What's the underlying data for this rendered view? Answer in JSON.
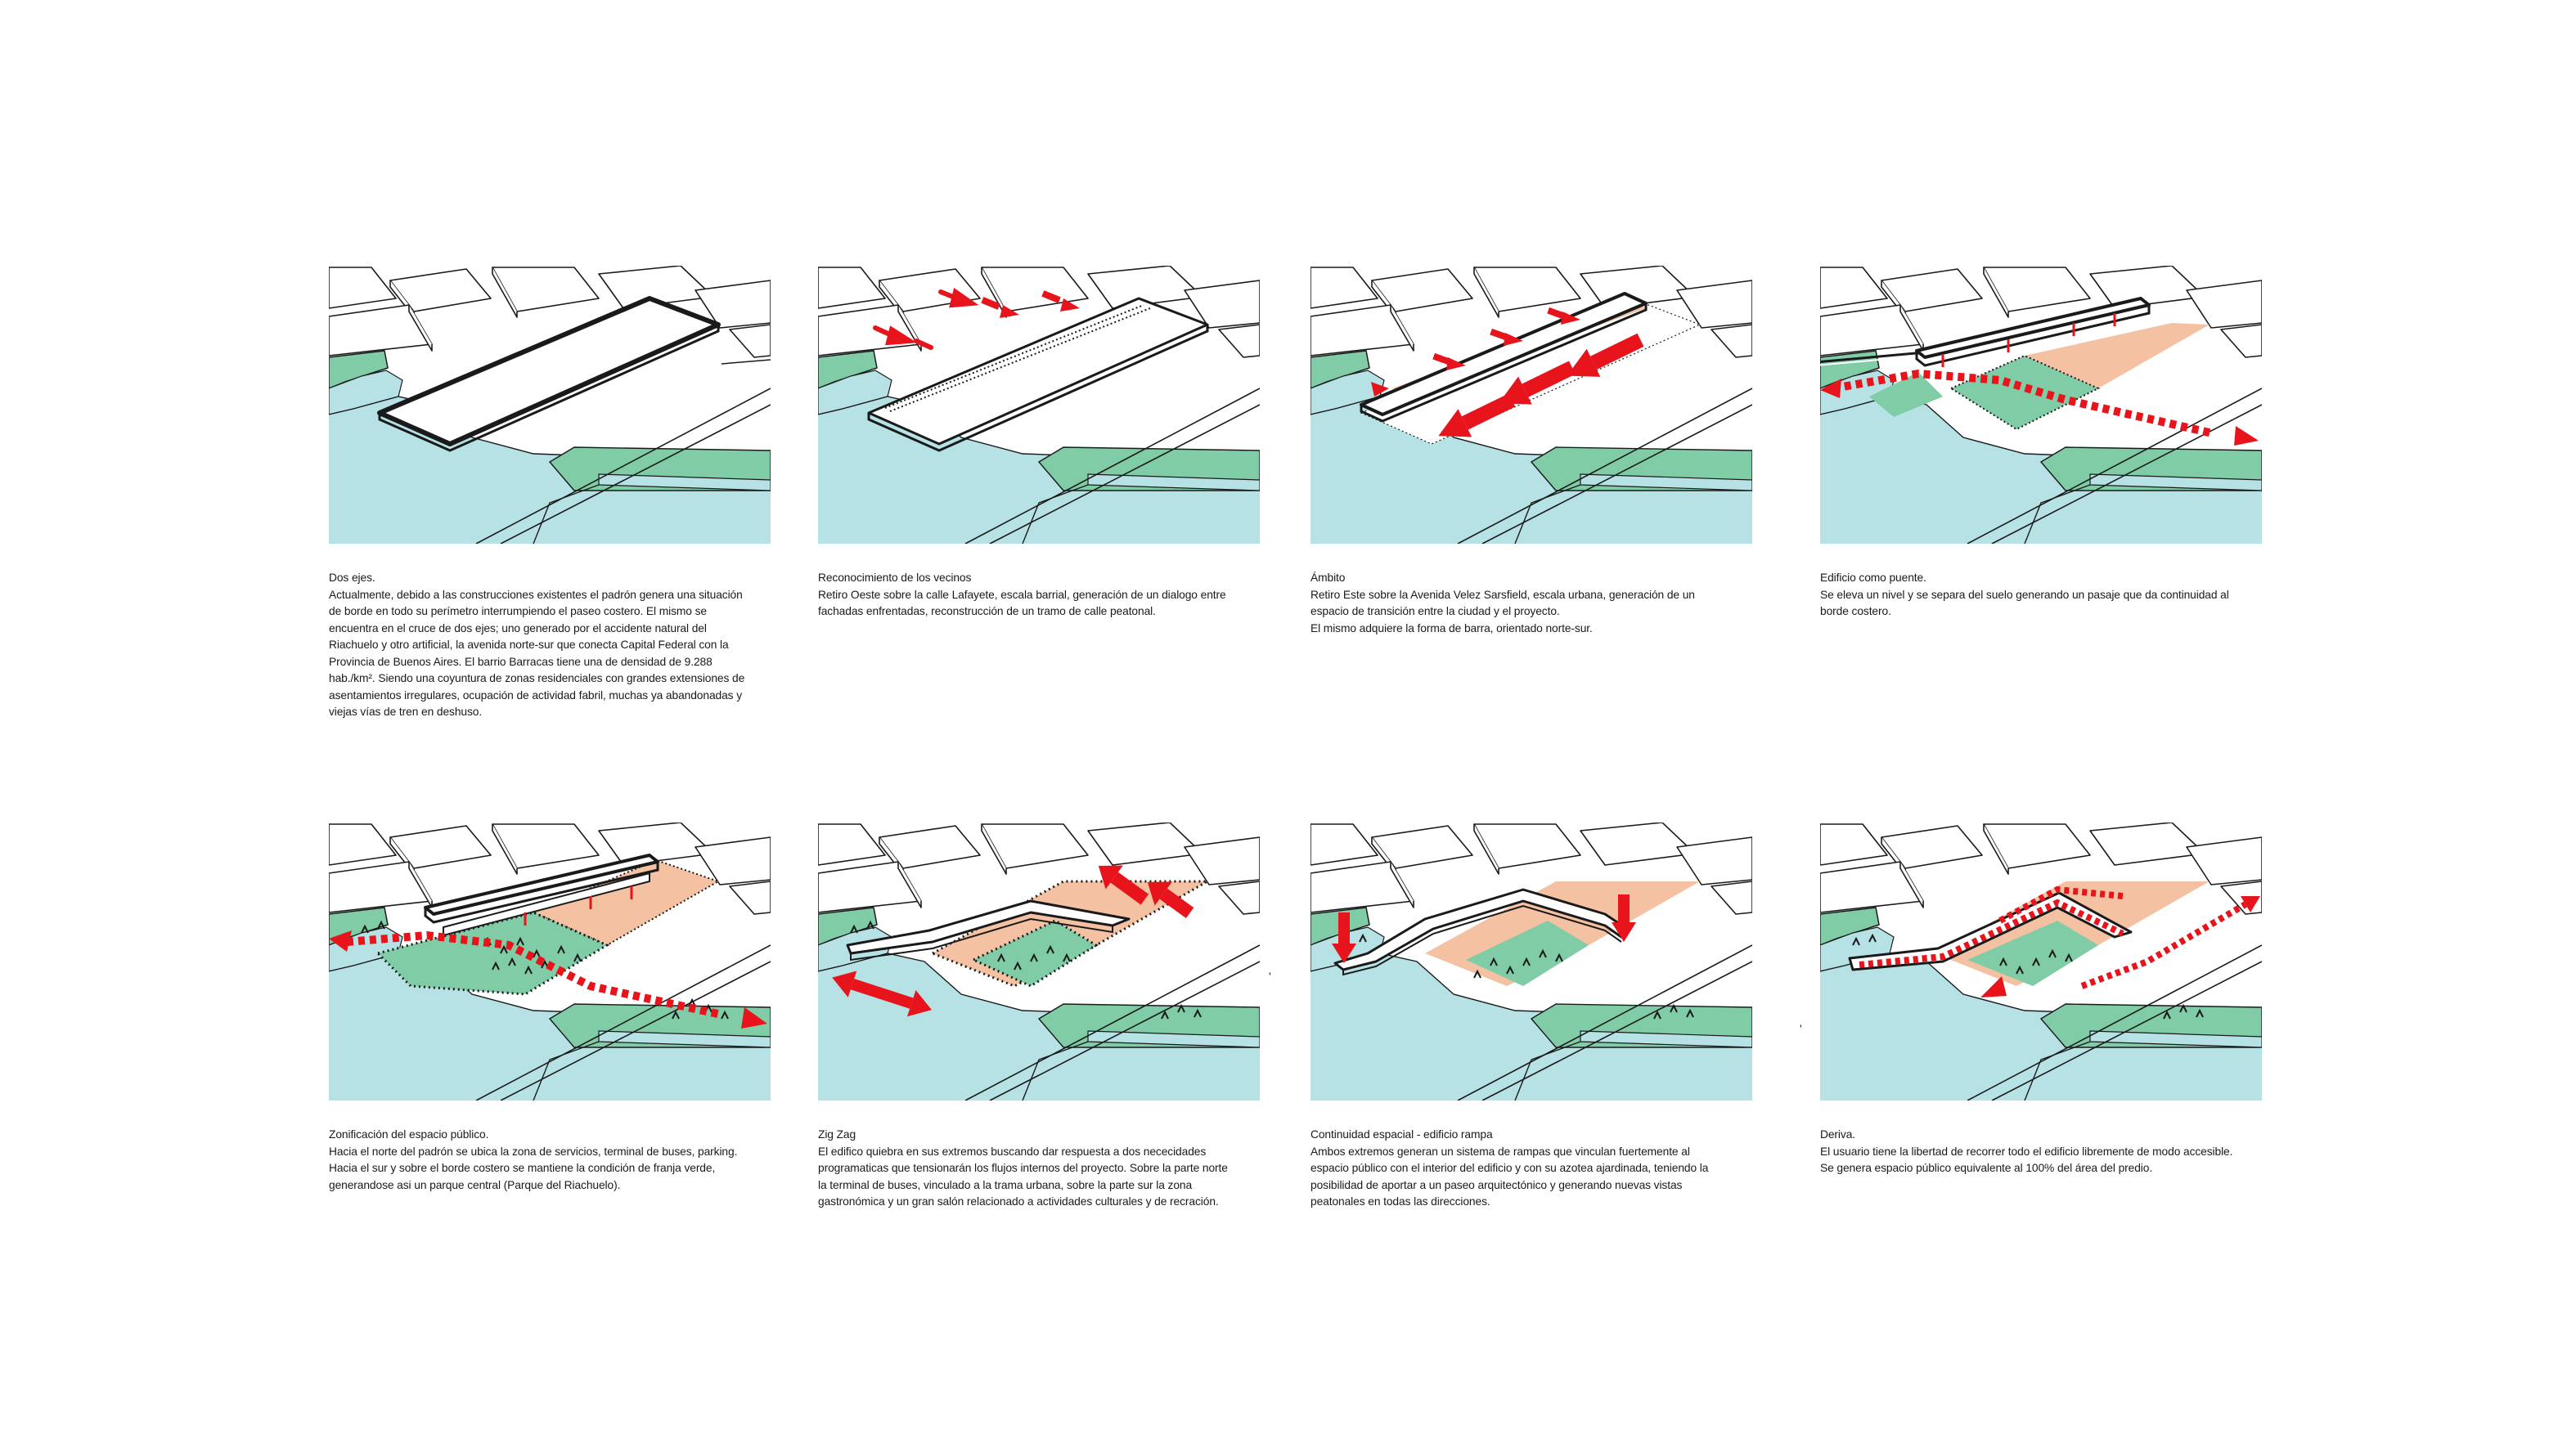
{
  "colors": {
    "green": "#7fcca6",
    "water": "#b7e2e5",
    "salmon": "#f4c2a3",
    "red": "#e8141c",
    "line": "#1a1a1a"
  },
  "panels": [
    {
      "title": "Dos ejes.",
      "lines": [
        "Actualmente, debido a las construcciones existentes el padrón genera una situación",
        "de borde en todo su perímetro interrumpiendo el paseo costero. El mismo se",
        "encuentra en el cruce de dos ejes; uno generado por el accidente natural del",
        "Riachuelo y otro artificial, la avenida norte-sur que conecta Capital Federal con la",
        "Provincia de Buenos Aires. El barrio Barracas tiene una de densidad de 9.288",
        "hab./km². Siendo una coyuntura de zonas residenciales con grandes extensiones de",
        "asentamientos irregulares, ocupación de actividad fabril, muchas ya abandonadas y",
        "viejas vías de tren en deshuso."
      ]
    },
    {
      "title": "Reconocimiento de los vecinos",
      "lines": [
        "Retiro Oeste sobre la calle Lafayete, escala barrial, generación de un dialogo entre",
        "fachadas enfrentadas, reconstrucción de un tramo de calle peatonal."
      ]
    },
    {
      "title": "Ámbito",
      "lines": [
        "Retiro Este sobre la Avenida Velez Sarsfield, escala urbana, generación de un",
        "espacio de transición entre la ciudad y el proyecto.",
        "El mismo adquiere la forma de barra, orientado norte-sur."
      ]
    },
    {
      "title": "Edificio como puente.",
      "lines": [
        "Se eleva un nivel y se separa del suelo generando un pasaje que da continuidad al",
        "borde costero."
      ]
    },
    {
      "title": "Zonificación del espacio público.",
      "lines": [
        "Hacia el norte del padrón se ubica la zona de servicios, terminal de buses, parking.",
        "Hacia el sur y sobre el borde costero se mantiene la condición de franja verde,",
        "generandose asi un parque central (Parque del Riachuelo)."
      ]
    },
    {
      "title": "Zig Zag",
      "lines": [
        "El edifico quiebra en sus extremos buscando dar respuesta a dos nececidades",
        "programaticas que tensionarán los flujos internos del proyecto. Sobre la parte norte",
        "la terminal de buses, vinculado a la trama urbana, sobre la parte sur la zona",
        "gastronómica y un gran salón relacionado a actividades culturales y de recración."
      ]
    },
    {
      "title": "Continuidad espacial - edificio rampa",
      "lines": [
        "Ambos extremos generan un sistema de rampas que vinculan fuertemente al",
        "espacio público con el interior del edificio y con su azotea ajardinada, teniendo la",
        "posibilidad de aportar a un paseo arquitectónico y generando nuevas vistas",
        "peatonales en todas las direcciones."
      ]
    },
    {
      "title": "Deriva.",
      "lines": [
        "El usuario tiene la libertad de recorrer todo el edificio libremente de modo accesible.",
        "Se genera espacio público equivalente al 100% del área del predio."
      ]
    }
  ]
}
